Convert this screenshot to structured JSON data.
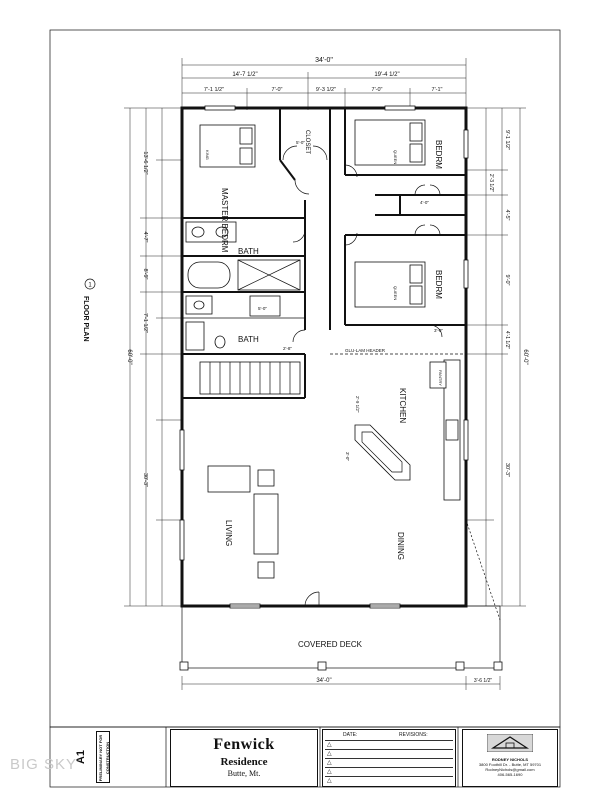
{
  "sheet": {
    "room_labels": {
      "master": "MASTER BEDRM",
      "closet": "CLOSET",
      "bedrm_1": "BEDRM",
      "bedrm_2": "BEDRM",
      "bath_1": "BATH",
      "bath_2": "BATH",
      "kitchen": "KITCHEN",
      "living": "LIVING",
      "dining": "DINING",
      "covered_deck": "COVERED DECK",
      "pantry": "PANTRY",
      "king": "KING",
      "queen_1": "QUEEN",
      "queen_2": "QUEEN"
    },
    "header_note": "GLU-LAM HEADER",
    "view_number": "1",
    "view_title": "FLOOR PLAN",
    "top_dims": {
      "overall": "34'-0\"",
      "left_group": "14'-7 1/2\"",
      "right_group": "19'-4 1/2\"",
      "seg1": "7'-1 1/2\"",
      "seg2": "7'-0\"",
      "seg3": "9'-3 1/2\"",
      "seg4": "7'-0\"",
      "seg5": "7'-1\""
    },
    "left_dims": {
      "overall": "60'-0\"",
      "g1": "13'-6 1/2\"",
      "g2": "4'-7\"",
      "g3": "8'-9\"",
      "g4": "7'-1 1/2\"",
      "g5": "30'-3\""
    },
    "right_dims": {
      "overall": "60'-0\"",
      "r1": "9'-1 1/2\"",
      "r2": "2'-3 1/2\"",
      "r3": "4'-5\"",
      "r4": "9'-0\"",
      "r5": "4'-1 1/2\"",
      "r6": "30'-3\""
    },
    "bottom_dims": {
      "overall": "34'-0\"",
      "right": "3'-6 1/2\""
    },
    "interior_dims": {
      "closet_w": "5'-0\"",
      "hall_w": "4'-0\"",
      "bath_w": "5'-0\"",
      "door_w": "2'-8\"",
      "kitchen_a": "2'-9 1/2\"",
      "kitchen_b": "3'-0\"",
      "pantry_w": "3'-0\""
    }
  },
  "title_block": {
    "project": "Fenwick",
    "subtitle": "Residence",
    "location": "Butte, Mt.",
    "stamp": "PRELIMINARY NOT FOR CONSTRUCTION",
    "sheet_label": "A1",
    "revisions": {
      "date_header": "DATE:",
      "rev_header": "REVISIONS:",
      "marks": [
        "△",
        "△",
        "△",
        "△",
        "△"
      ]
    },
    "firm": {
      "name": "RODNEY NICHOLS",
      "addr1": "3800 Foothill Dr. - Butte, MT 59701",
      "addr2": "RodneyNichols@gmail.com",
      "phone": "406-565-1690"
    }
  },
  "watermark": "BIG SKY"
}
